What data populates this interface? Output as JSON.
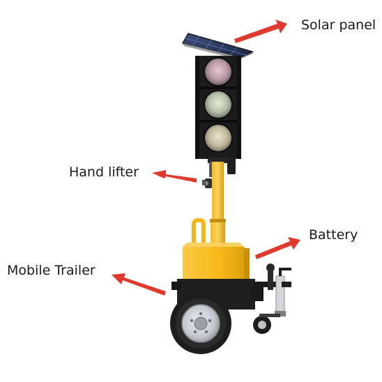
{
  "labels": {
    "solar_panel": "Solar panel",
    "hand_lifter": "Hand lifter",
    "battery": "Battery",
    "mobile_trailer": "Mobile Trailer"
  },
  "colors": {
    "arrow": "#e03a2e",
    "trailer_yellow": "#f6b91a",
    "chassis_black": "#1f1f1f",
    "tire": "#202020",
    "rim": "#c9ccd0",
    "panel_blue": "#2b3b63"
  },
  "lamps": [
    "red",
    "green",
    "amber"
  ]
}
